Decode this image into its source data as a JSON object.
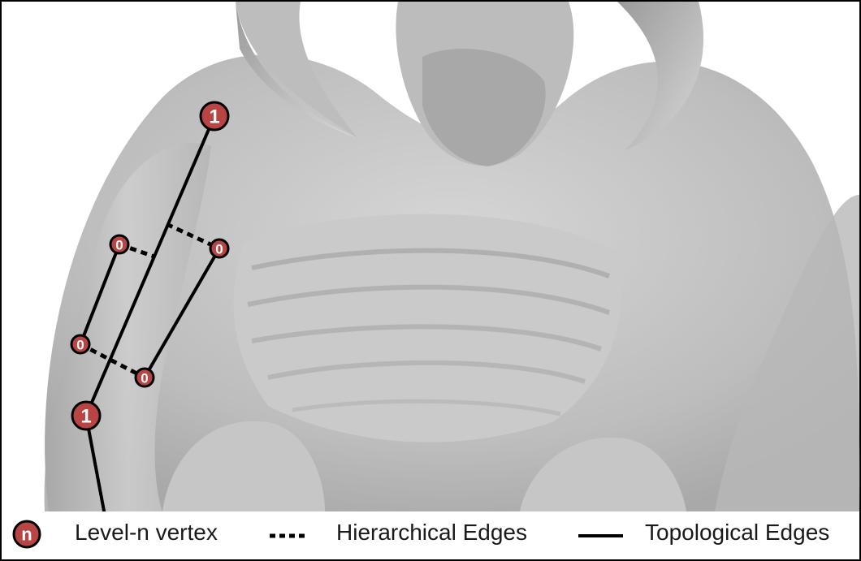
{
  "figure": {
    "nodes": [
      {
        "id": "n1-top",
        "label": "1",
        "level": 1
      },
      {
        "id": "n1-bottom",
        "label": "1",
        "level": 1
      },
      {
        "id": "n0-a",
        "label": "0",
        "level": 0
      },
      {
        "id": "n0-b",
        "label": "0",
        "level": 0
      },
      {
        "id": "n0-c",
        "label": "0",
        "level": 0
      },
      {
        "id": "n0-d",
        "label": "0",
        "level": 0
      }
    ],
    "topological_edges": [
      [
        "n1-top",
        "n1-bottom"
      ],
      [
        "n0-a",
        "n0-c"
      ],
      [
        "n0-b",
        "n0-d"
      ]
    ],
    "hierarchical_edges": [
      [
        "n0-a",
        "mid-left"
      ],
      [
        "n0-b",
        "mid-right"
      ],
      [
        "n0-c",
        "n0-d"
      ]
    ]
  },
  "legend": {
    "vertex_symbol": "n",
    "vertex_label": "Level-n vertex",
    "hierarchical_label": "Hierarchical Edges",
    "topological_label": "Topological Edges"
  },
  "colors": {
    "vertex_fill": "#b84444",
    "vertex_stroke": "#000000",
    "edge": "#000000",
    "background": "#ffffff",
    "mesh": "#c8c8c8"
  }
}
